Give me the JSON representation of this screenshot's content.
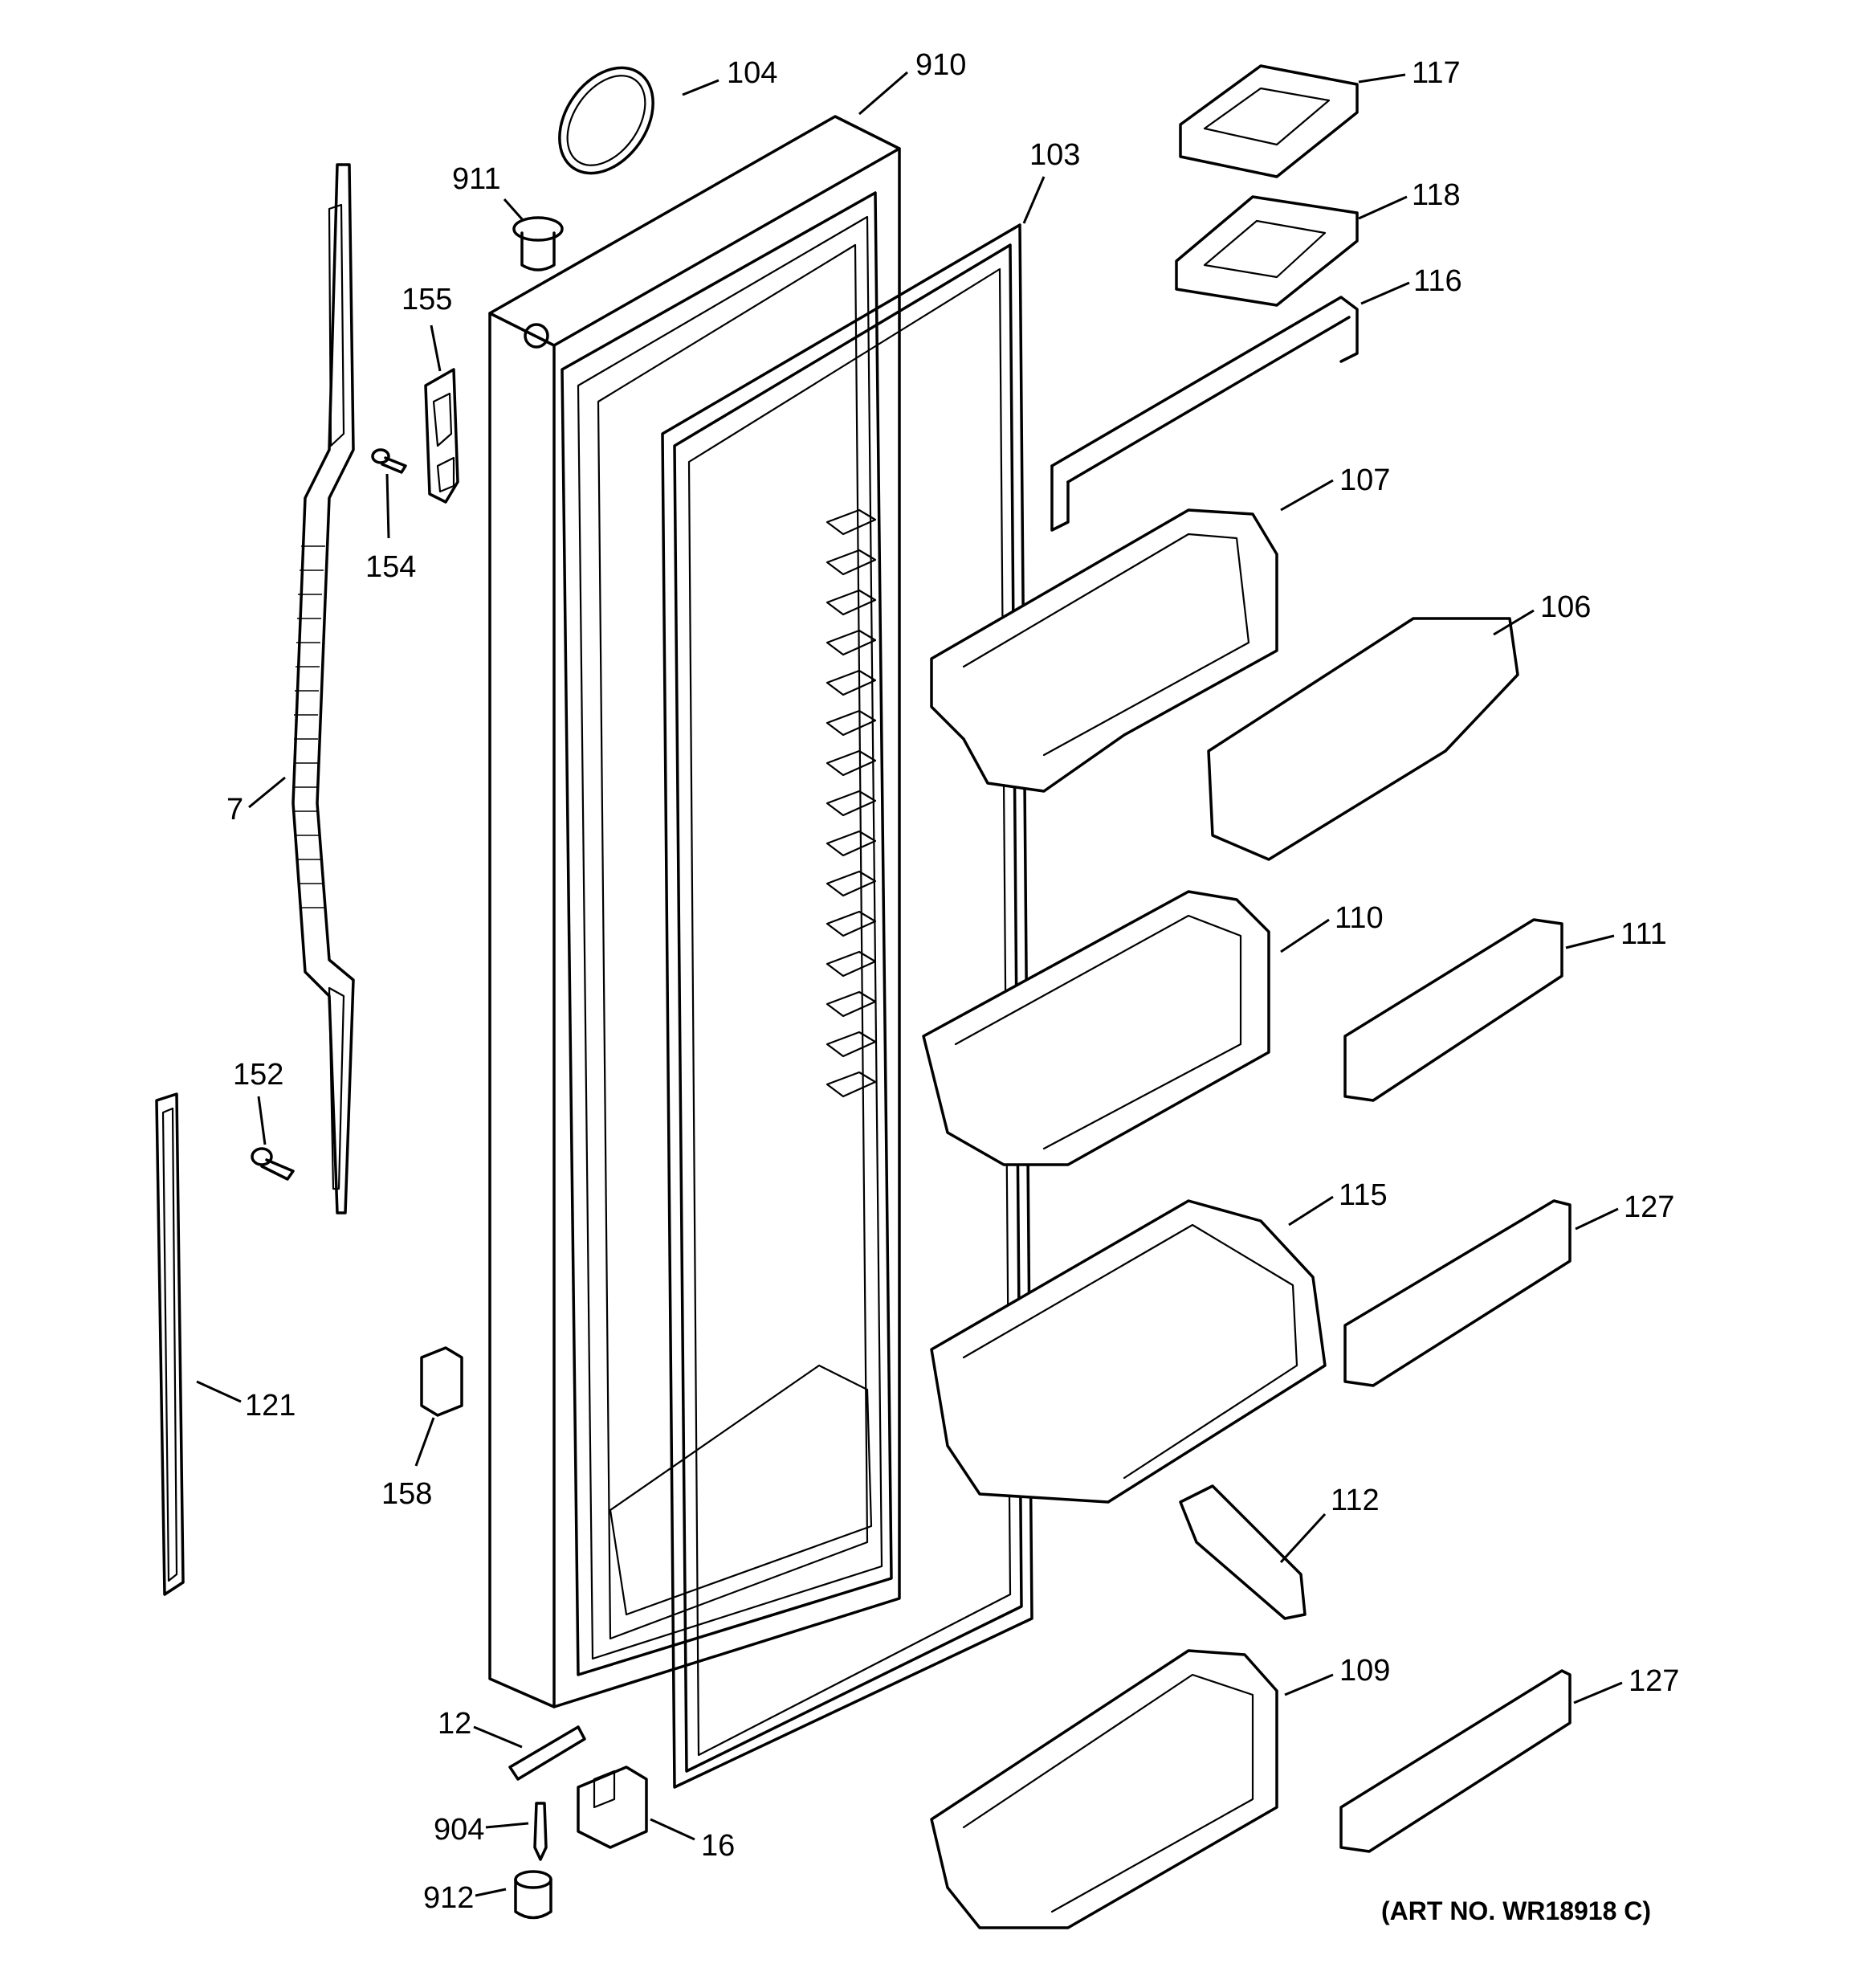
{
  "callouts": {
    "c104": "104",
    "c910": "910",
    "c117": "117",
    "c911": "911",
    "c103": "103",
    "c118": "118",
    "c155": "155",
    "c116": "116",
    "c154": "154",
    "c107": "107",
    "c106": "106",
    "c7": "7",
    "c110": "110",
    "c111": "111",
    "c152": "152",
    "c115": "115",
    "c127a": "127",
    "c121": "121",
    "c158": "158",
    "c112": "112",
    "c109": "109",
    "c127b": "127",
    "c12": "12",
    "c904": "904",
    "c16": "16",
    "c912": "912"
  },
  "art_number": "(ART NO. WR18918 C)"
}
